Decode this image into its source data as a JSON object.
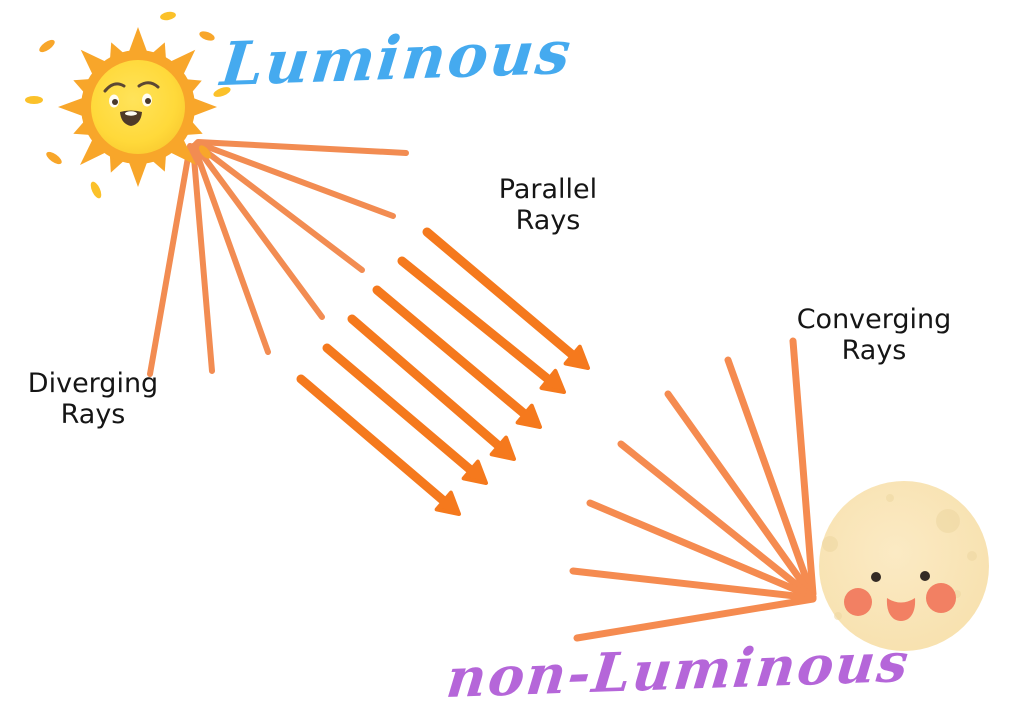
{
  "titles": {
    "luminous": "Luminous",
    "non_luminous": "non-Luminous"
  },
  "labels": {
    "diverging": {
      "line1": "Diverging",
      "line2": "Rays"
    },
    "parallel": {
      "line1": "Parallel",
      "line2": "Rays"
    },
    "converging": {
      "line1": "Converging",
      "line2": "Rays"
    }
  },
  "colors": {
    "background": "#FFFFFF",
    "luminous_title": "#45AAEF",
    "non_luminous_title": "#B566D9",
    "label_text": "#151515",
    "diverging_ray": "#F28C52",
    "parallel_ray": "#F5791D",
    "converging_ray": "#F58B50",
    "sun_flame": "#F8A62A",
    "sun_petal": "#FBC12A",
    "sun_core": "#FFD93A",
    "moon_body": "#FAE5B8",
    "moon_crater": "#EFD8A3",
    "moon_cheek": "#F28063",
    "moon_eye": "#332A24"
  },
  "figure": {
    "luminous_object": "sun",
    "non_luminous_object": "moon",
    "diverging_ray_count": 7,
    "parallel_ray_count": 6,
    "converging_ray_count": 7
  }
}
